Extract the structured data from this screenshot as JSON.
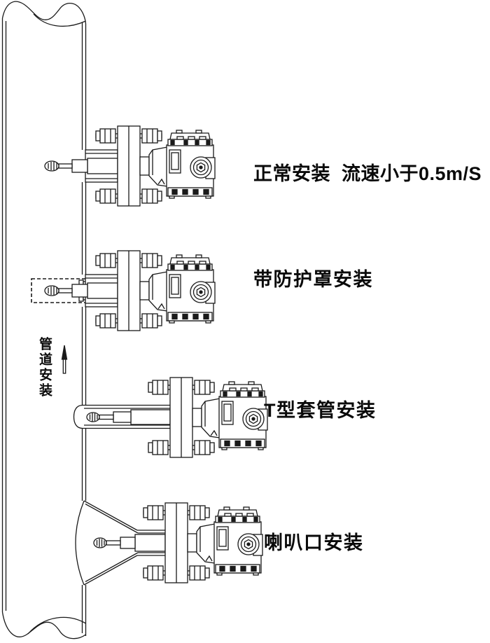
{
  "diagram": {
    "background": "#ffffff",
    "line_color": "#1a1a1a",
    "pipe": {
      "orientation_label": "管道安装"
    },
    "installations": [
      {
        "id": "normal",
        "label": "正常安装  流速小于0.5m/S"
      },
      {
        "id": "protective-cover",
        "label": "带防护罩安装"
      },
      {
        "id": "t-sleeve",
        "label": "T型套管安装"
      },
      {
        "id": "bell-mouth",
        "label": "喇叭口安装"
      }
    ]
  }
}
